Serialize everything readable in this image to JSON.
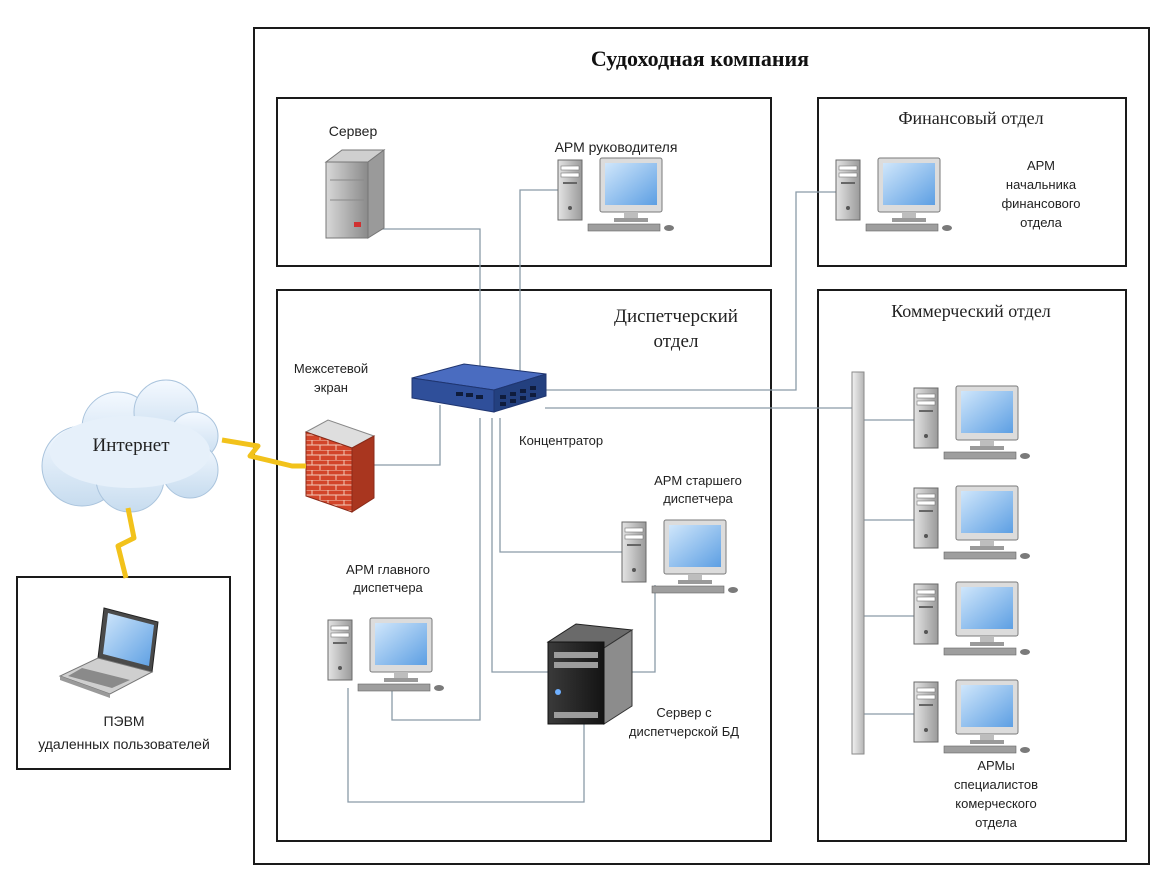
{
  "company": {
    "title": "Судоходная компания"
  },
  "sections": {
    "management": {
      "server_label": "Сервер",
      "head_ws_label": "АРМ руководителя"
    },
    "finance": {
      "title": "Финансовый отдел",
      "ws_label": [
        "АРМ",
        "начальника",
        "финансового",
        "отдела"
      ]
    },
    "dispatch": {
      "title": [
        "Диспетчерский",
        "отдел"
      ],
      "firewall_label": [
        "Межсетевой",
        "экран"
      ],
      "hub_label": "Концентратор",
      "senior_ws_label": [
        "АРМ старшего",
        "диспетчера"
      ],
      "chief_ws_label": [
        "АРМ главного",
        "диспетчера"
      ],
      "db_server_label": [
        "Сервер с",
        "диспетчерской БД"
      ]
    },
    "commercial": {
      "title": "Коммерческий отдел",
      "ws_label": [
        "АРМы",
        "специалистов",
        "комерческого",
        "отдела"
      ]
    }
  },
  "internet": {
    "label": "Интернет"
  },
  "remote": {
    "label": [
      "ПЭВМ",
      "удаленных пользователей"
    ]
  },
  "colors": {
    "screen": "#7fb6ec",
    "hub": "#2f4f9a",
    "brick": "#d2452a",
    "lightning": "#f2c21b",
    "wire": "#8a9ba8"
  }
}
